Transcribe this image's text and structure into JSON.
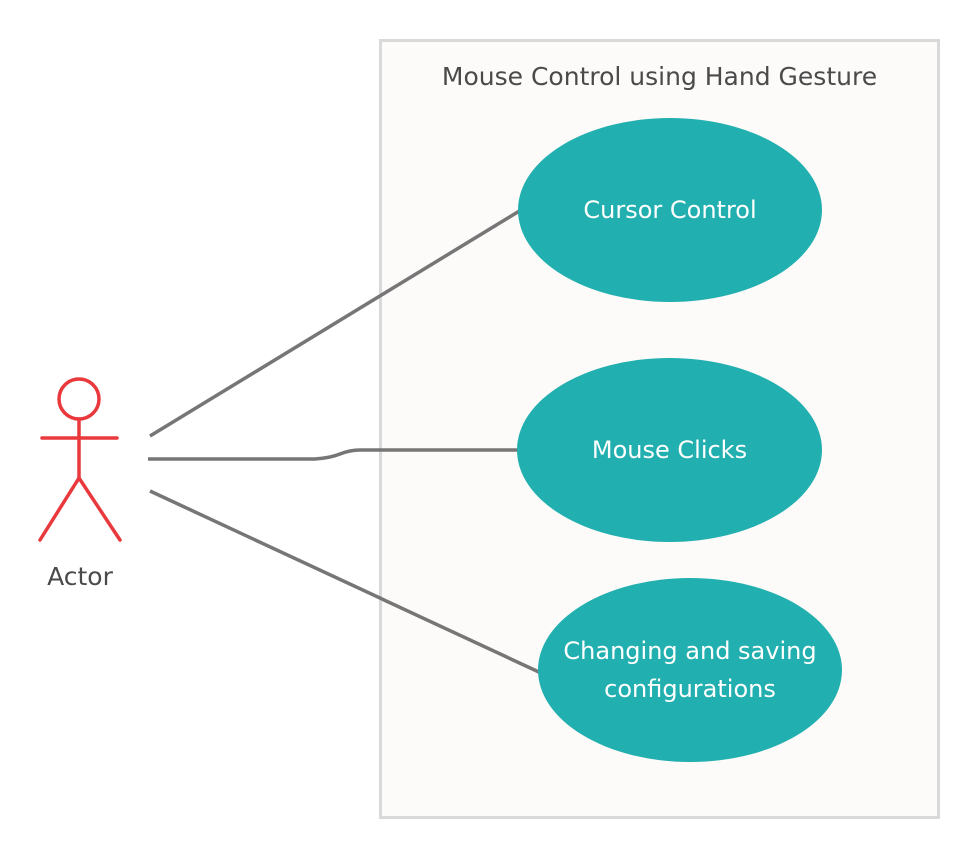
{
  "system": {
    "title": "Mouse Control using Hand Gesture",
    "border_color": "#d9d9d9",
    "fill_color": "#fcfbfa"
  },
  "actor": {
    "label": "Actor",
    "color": "#e9393d"
  },
  "use_cases": [
    {
      "label": "Cursor Control"
    },
    {
      "label": "Mouse Clicks"
    },
    {
      "label": "Changing and saving configurations"
    }
  ],
  "colors": {
    "use_case_fill": "#22afaf",
    "use_case_text": "#ffffff",
    "association_line": "#777676",
    "text": "#4a4a4a"
  }
}
